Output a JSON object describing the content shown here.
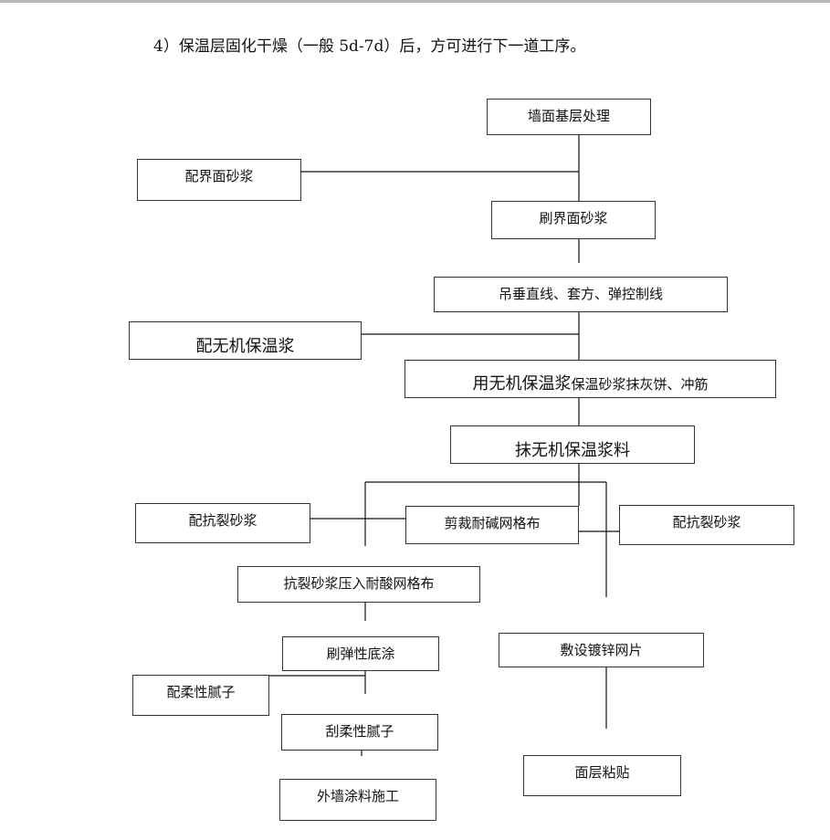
{
  "heading": "4）保温层固化干燥（一般 5d-7d）后，方可进行下一道工序。",
  "nodes": {
    "wall_base": "墙面基层处理",
    "mix_interface": "配界面砂浆",
    "brush_interface": "刷界面砂浆",
    "plumb": "吊垂直线、套方、弹控制线",
    "mix_insul": "配无机保温浆",
    "apply_cake_big": "用无机保温浆",
    "apply_cake_small": "保温砂浆抹灰饼、冲筋",
    "plaster": "抹无机保温浆料",
    "mix_crack_left": "配抗裂砂浆",
    "cut_mesh": "剪裁耐碱网格布",
    "mix_crack_right": "配抗裂砂浆",
    "press_mesh": "抗裂砂浆压入耐酸网格布",
    "lay_galv": "敷设镀锌网片",
    "elastic_primer": "刷弹性底涂",
    "mix_putty": "配柔性腻子",
    "scrape_putty": "刮柔性腻子",
    "exterior_paint": "外墙涂料施工",
    "tile": "面层粘贴"
  }
}
